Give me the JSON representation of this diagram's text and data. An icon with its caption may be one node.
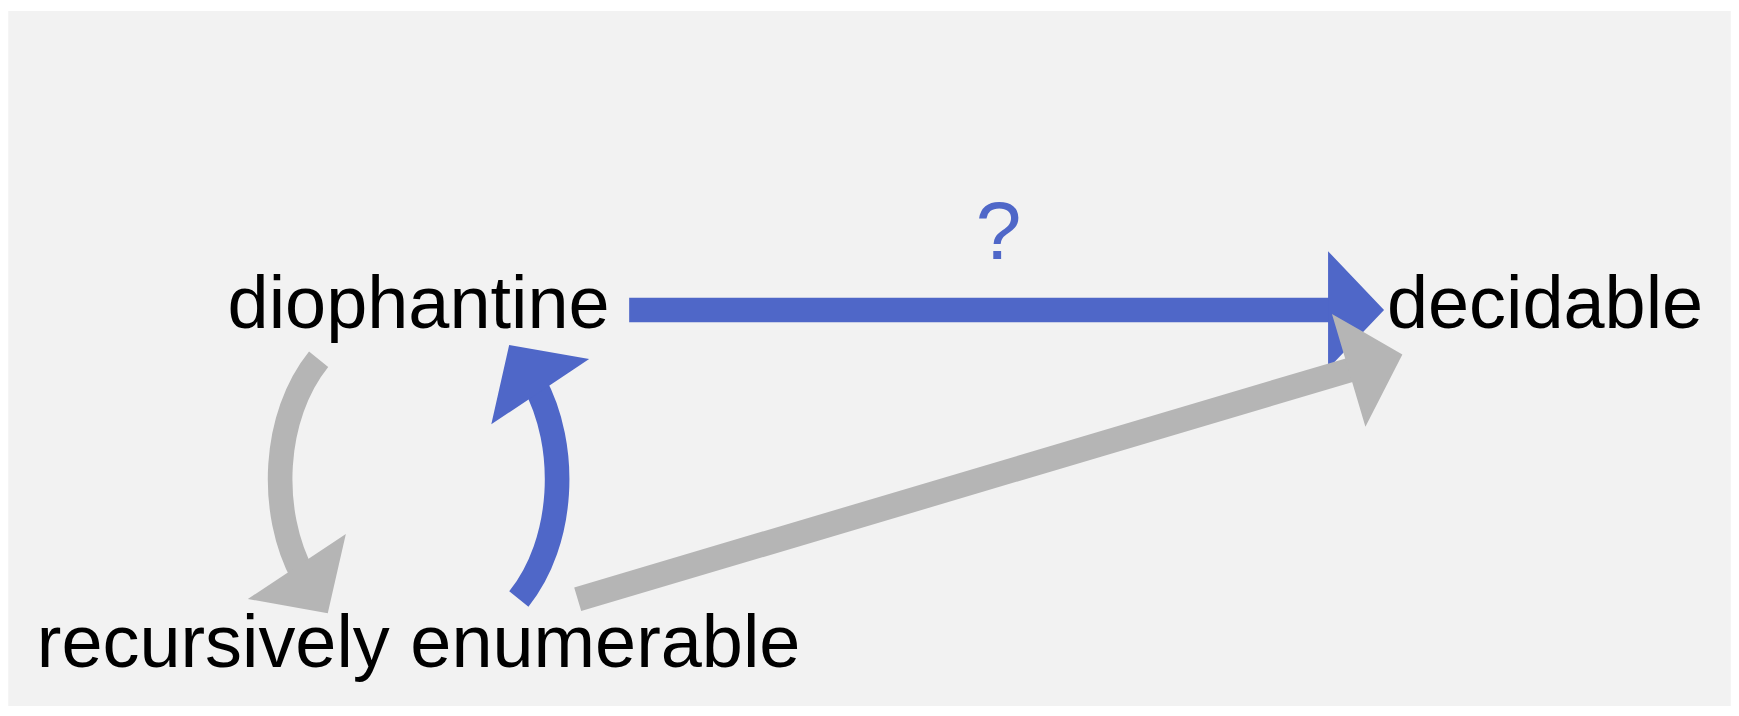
{
  "diagram": {
    "nodes": [
      {
        "text": [
          "diophantine"
        ]
      },
      {
        "text": [
          "decidable"
        ]
      },
      {
        "text": [
          "recursively enumerable"
        ]
      }
    ],
    "edges": [
      {
        "from": 0,
        "to": 1,
        "arrow": "to",
        "label": "?",
        "color": "#4f67c8"
      },
      {
        "from": 0,
        "to": 2,
        "arrow": "to",
        "color": "#b5b5b5"
      },
      {
        "from": 2,
        "to": 0,
        "arrow": "to",
        "color": "#4f67c8"
      },
      {
        "from": 2,
        "to": 1,
        "arrow": "to",
        "color": "#b5b5b5"
      }
    ]
  }
}
